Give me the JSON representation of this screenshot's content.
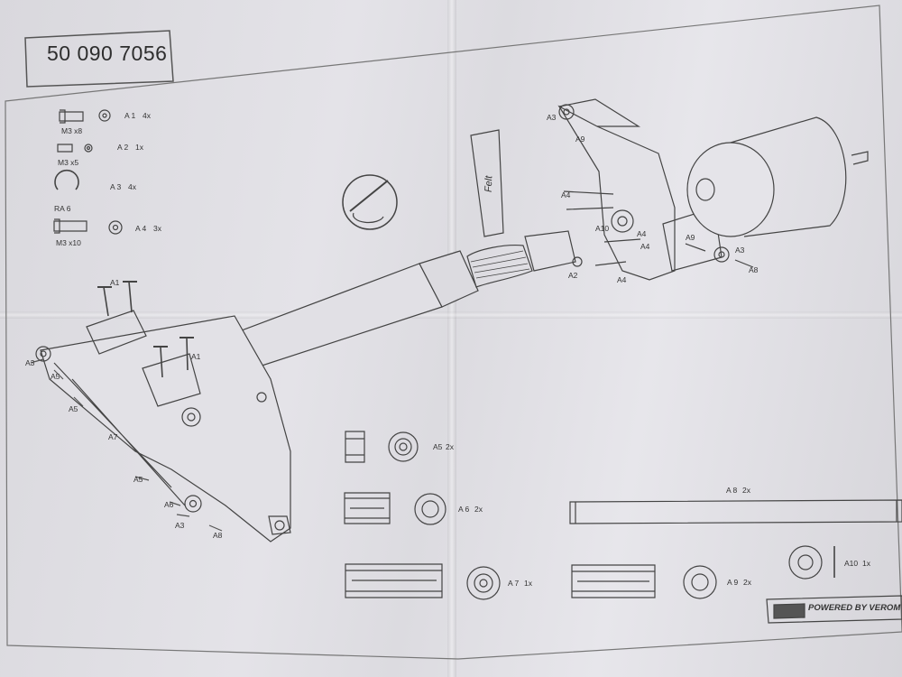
{
  "document": {
    "part_number": "50 090 7056",
    "footer": "POWERED BY VEROM",
    "parts_list": [
      {
        "size": "M3 x8",
        "ref": "A 1",
        "qty": "4x"
      },
      {
        "size": "M3 x5",
        "ref": "A 2",
        "qty": "1x"
      },
      {
        "size": "RA 6",
        "ref": "A 3",
        "qty": "4x"
      },
      {
        "size": "M3 x10",
        "ref": "A 4",
        "qty": "3x"
      }
    ],
    "felt_label": "Felt",
    "callouts": {
      "a1": "A1",
      "a2": "A2",
      "a3": "A3",
      "a4": "A4",
      "a5": "A5",
      "a6": "A6",
      "a7": "A7",
      "a8": "A8",
      "a9": "A9",
      "a10": "A10"
    },
    "components": [
      {
        "ref": "A5",
        "qty": "2x"
      },
      {
        "ref": "A 6",
        "qty": "2x"
      },
      {
        "ref": "A 7",
        "qty": "1x"
      },
      {
        "ref": "A 8",
        "qty": "2x"
      },
      {
        "ref": "A 9",
        "qty": "2x"
      },
      {
        "ref": "A10",
        "qty": "1x"
      }
    ]
  }
}
